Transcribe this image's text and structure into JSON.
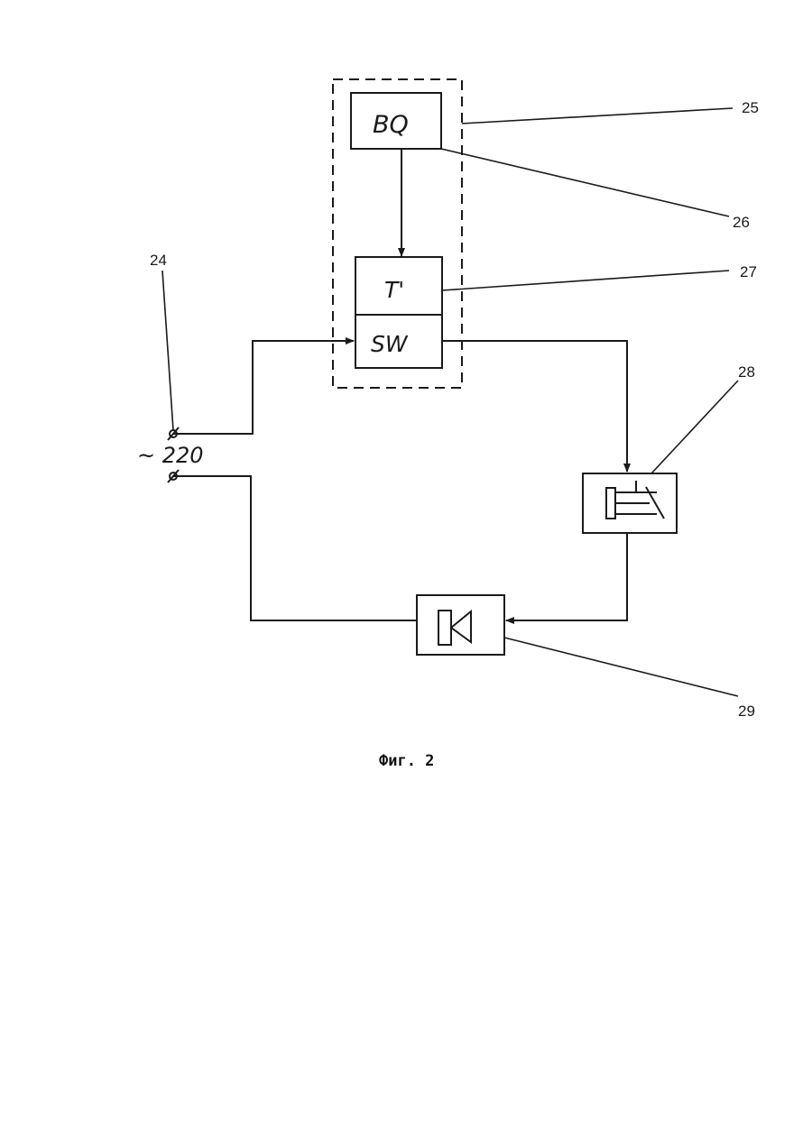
{
  "figure": {
    "caption": "Фиг. 2"
  },
  "blocks": {
    "sensor_label": "BQ",
    "timer_label": "T'",
    "switch_label": "SW"
  },
  "supply": {
    "voltage_label": "~ 220"
  },
  "references": {
    "r24": "24",
    "r25": "25",
    "r26": "26",
    "r27": "27",
    "r28": "28",
    "r29": "29"
  },
  "icons": {
    "relay": "relay-icon",
    "siren": "siren-icon"
  },
  "colors": {
    "ink": "#1a1a1a",
    "paper": "#ffffff"
  }
}
